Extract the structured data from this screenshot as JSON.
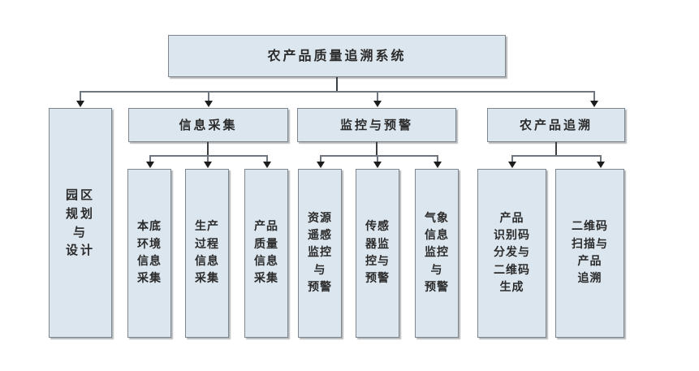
{
  "diagram": {
    "type": "organizational-hierarchy-chart",
    "title": "农产品质量追溯系统",
    "colors": {
      "node_fill": "#dce6ee",
      "node_border": "#7f868d",
      "connector": "#6f767d",
      "text": "#2b2b2b",
      "background": "#ffffff"
    },
    "root": {
      "label": "农产品质量追溯系统"
    },
    "level2": [
      {
        "label": "园区规划与设计",
        "lines": [
          "园区",
          "规划",
          "与",
          "设计"
        ],
        "children": []
      },
      {
        "label": "信息采集",
        "lines": [
          "信息采集"
        ],
        "children": [
          {
            "label": "本底环境信息采集",
            "lines": [
              "本底",
              "环境",
              "信息",
              "采集"
            ]
          },
          {
            "label": "生产过程信息采集",
            "lines": [
              "生产",
              "过程",
              "信息",
              "采集"
            ]
          },
          {
            "label": "产品质量信息采集",
            "lines": [
              "产品",
              "质量",
              "信息",
              "采集"
            ]
          }
        ]
      },
      {
        "label": "监控与预警",
        "lines": [
          "监控与预警"
        ],
        "children": [
          {
            "label": "资源遥感监控与预警",
            "lines": [
              "资源",
              "遥感",
              "监控",
              "与",
              "预警"
            ]
          },
          {
            "label": "传感器监控与预警",
            "lines": [
              "传感",
              "器监",
              "控与",
              "预警"
            ]
          },
          {
            "label": "气象信息监控与预警",
            "lines": [
              "气象",
              "信息",
              "监控",
              "与",
              "预警"
            ]
          }
        ]
      },
      {
        "label": "农产品追溯",
        "lines": [
          "农产品追溯"
        ],
        "children": [
          {
            "label": "产品识别码分发与二维码生成",
            "lines": [
              "产品",
              "识别码",
              "分发与",
              "二维码",
              "生成"
            ]
          },
          {
            "label": "二维码扫描与产品追溯",
            "lines": [
              "二维码",
              "扫描与",
              "产品",
              "追溯"
            ]
          }
        ]
      }
    ]
  }
}
